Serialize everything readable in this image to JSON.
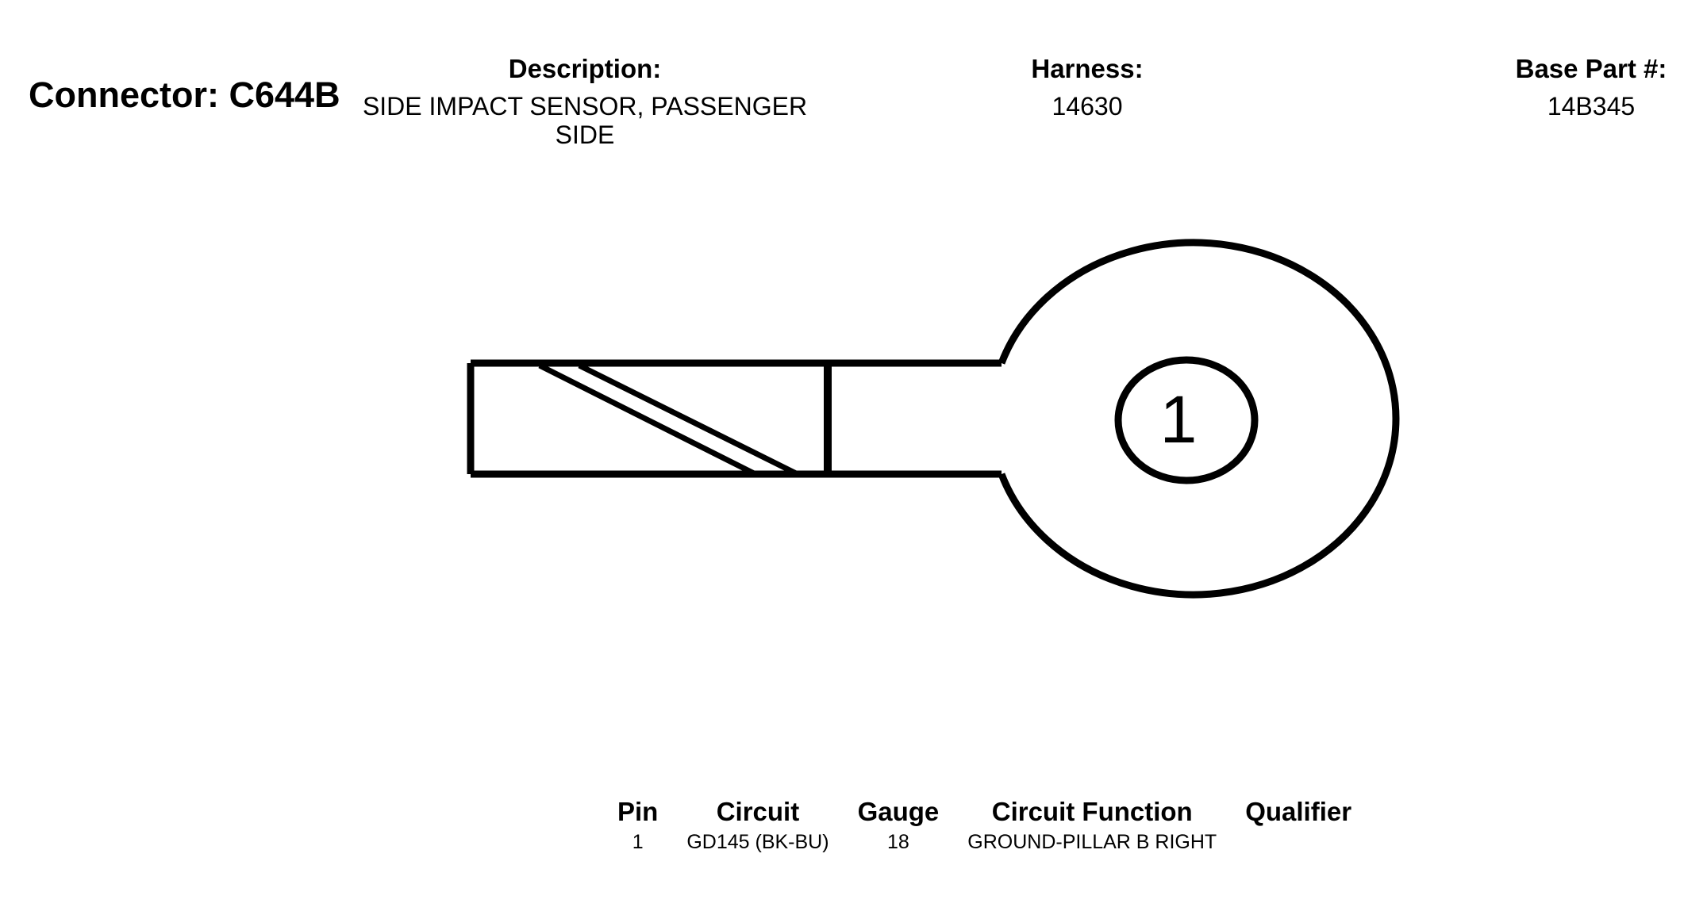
{
  "connector": {
    "title": "Connector: C644B"
  },
  "description": {
    "label": "Description:",
    "value": "SIDE IMPACT SENSOR, PASSENGER SIDE"
  },
  "harness": {
    "label": "Harness:",
    "value": "14630"
  },
  "base_part": {
    "label": "Base Part #:",
    "value": "14B345"
  },
  "diagram": {
    "pin_label": "1"
  },
  "pin_table": {
    "headers": [
      "Pin",
      "Circuit",
      "Gauge",
      "Circuit Function",
      "Qualifier"
    ],
    "rows": [
      {
        "pin": "1",
        "circuit": "GD145 (BK-BU)",
        "gauge": "18",
        "function": "GROUND-PILLAR B RIGHT",
        "qualifier": ""
      }
    ]
  }
}
